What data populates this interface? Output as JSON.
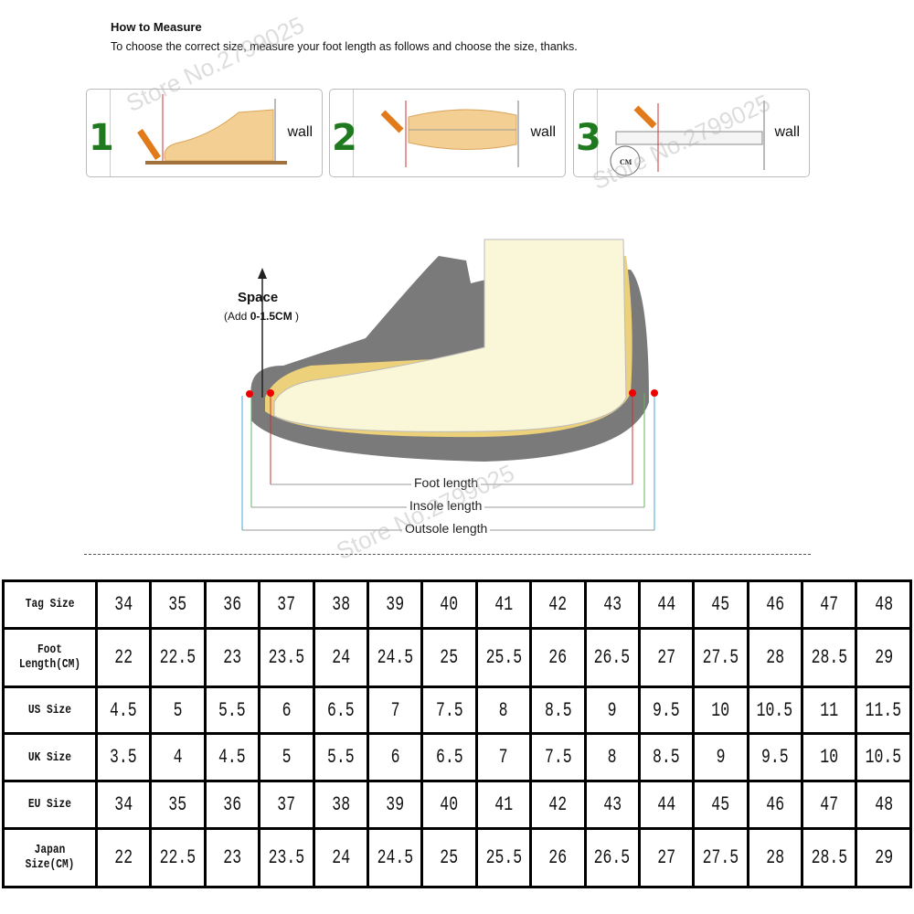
{
  "header": {
    "title": "How to Measure",
    "subtitle": "To choose the correct size, measure your foot length as follows and choose the size, thanks."
  },
  "steps": [
    {
      "number": "1",
      "wall": "wall"
    },
    {
      "number": "2",
      "wall": "wall"
    },
    {
      "number": "3",
      "wall": "wall",
      "unit": "CM"
    }
  ],
  "diagram": {
    "space": "Space",
    "add_note": "(Add ",
    "add_value": "0-1.5CM",
    "add_close": " )",
    "foot_length": "Foot length",
    "insole_length": "Insole length",
    "outsole_length": "Outsole length"
  },
  "watermark": "Store No.2799025",
  "table": {
    "rows": [
      {
        "label": "Tag Size",
        "values": [
          "34",
          "35",
          "36",
          "37",
          "38",
          "39",
          "40",
          "41",
          "42",
          "43",
          "44",
          "45",
          "46",
          "47",
          "48"
        ]
      },
      {
        "label": "Foot Length(CM)",
        "values": [
          "22",
          "22.5",
          "23",
          "23.5",
          "24",
          "24.5",
          "25",
          "25.5",
          "26",
          "26.5",
          "27",
          "27.5",
          "28",
          "28.5",
          "29"
        ]
      },
      {
        "label": "US Size",
        "values": [
          "4.5",
          "5",
          "5.5",
          "6",
          "6.5",
          "7",
          "7.5",
          "8",
          "8.5",
          "9",
          "9.5",
          "10",
          "10.5",
          "11",
          "11.5"
        ]
      },
      {
        "label": "UK Size",
        "values": [
          "3.5",
          "4",
          "4.5",
          "5",
          "5.5",
          "6",
          "6.5",
          "7",
          "7.5",
          "8",
          "8.5",
          "9",
          "9.5",
          "10",
          "10.5"
        ]
      },
      {
        "label": "EU Size",
        "values": [
          "34",
          "35",
          "36",
          "37",
          "38",
          "39",
          "40",
          "41",
          "42",
          "43",
          "44",
          "45",
          "46",
          "47",
          "48"
        ]
      },
      {
        "label": "Japan Size(CM)",
        "values": [
          "22",
          "22.5",
          "23",
          "23.5",
          "24",
          "24.5",
          "25",
          "25.5",
          "26",
          "26.5",
          "27",
          "27.5",
          "28",
          "28.5",
          "29"
        ]
      }
    ]
  }
}
